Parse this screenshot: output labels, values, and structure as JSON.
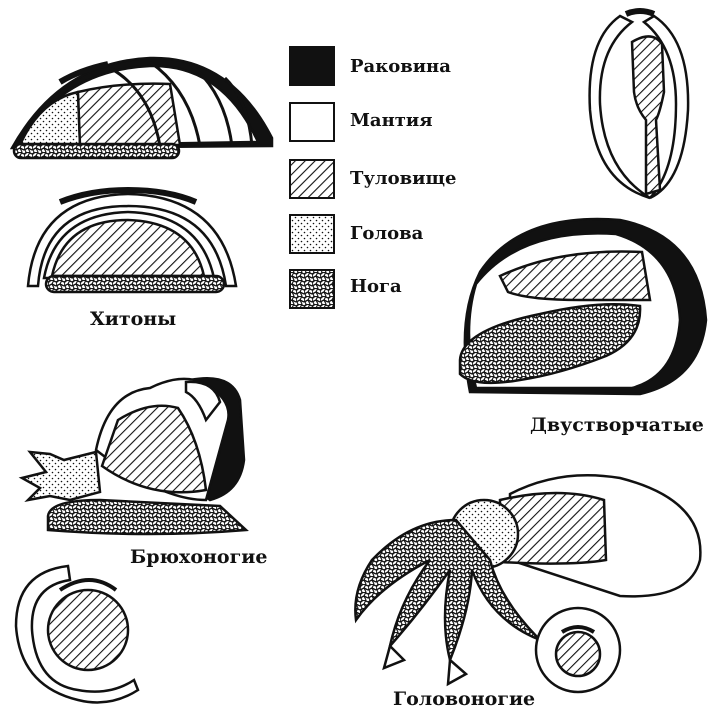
{
  "legend": {
    "items": [
      {
        "key": "shell",
        "label": "Раковина"
      },
      {
        "key": "mantle",
        "label": "Мантия"
      },
      {
        "key": "body",
        "label": "Туловище"
      },
      {
        "key": "head",
        "label": "Голова"
      },
      {
        "key": "foot",
        "label": "Нога"
      }
    ]
  },
  "groups": {
    "chitons": "Хитоны",
    "bivalves": "Двустворчатые",
    "gastropods": "Брюхоногие",
    "cephalopods": "Головоногие"
  },
  "colors": {
    "ink": "#111111",
    "paper": "#ffffff"
  }
}
